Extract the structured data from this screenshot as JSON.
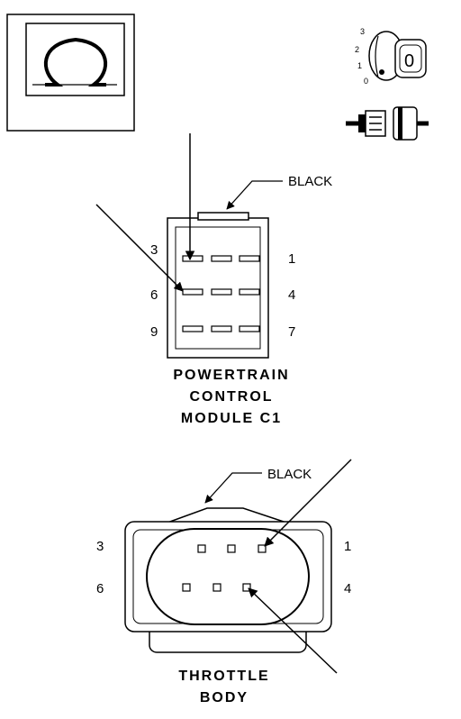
{
  "meter_icon": {
    "symbol": "Ω",
    "name": "ohmmeter-icon"
  },
  "ignition_icon": {
    "name": "ignition-key-icon",
    "positions": [
      "3",
      "2",
      "1",
      "0"
    ],
    "key_label": "0"
  },
  "connector_icon": {
    "name": "disconnected-connector-icon"
  },
  "pcm": {
    "color_label": "BLACK",
    "pin_left": [
      "3",
      "6",
      "9"
    ],
    "pin_right": [
      "1",
      "4",
      "7"
    ],
    "title_lines": [
      "POWERTRAIN",
      "CONTROL",
      "MODULE C1"
    ]
  },
  "throttle": {
    "color_label": "BLACK",
    "pin_left": [
      "3",
      "6"
    ],
    "pin_right": [
      "1",
      "4"
    ],
    "title_lines": [
      "THROTTLE",
      "BODY"
    ]
  },
  "colors": {
    "ink": "#000000",
    "paper": "#ffffff"
  }
}
